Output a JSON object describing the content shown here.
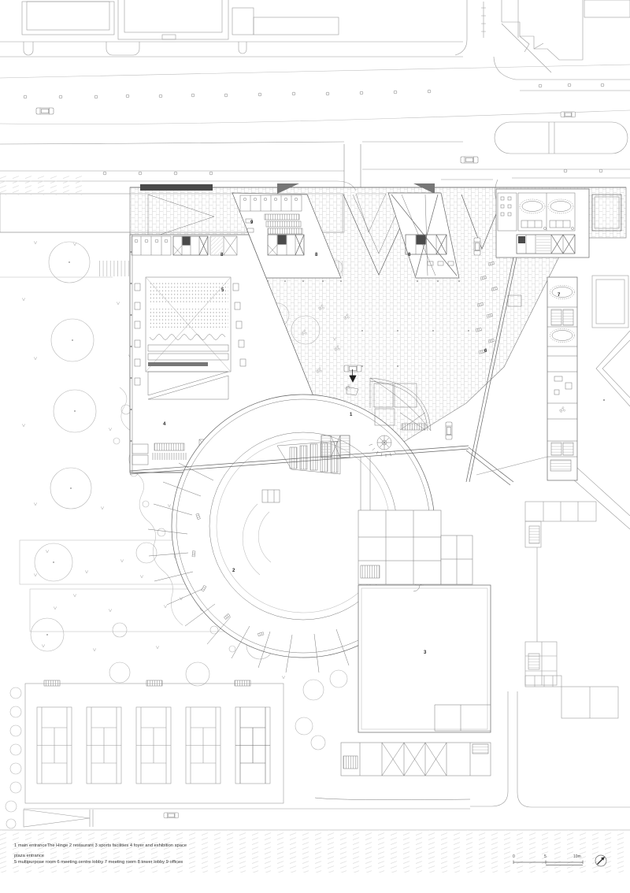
{
  "plan": {
    "labels": [
      {
        "text": "1"
      },
      {
        "text": "2"
      },
      {
        "text": "3"
      },
      {
        "text": "4"
      },
      {
        "text": "5"
      },
      {
        "text": "6"
      },
      {
        "text": "7"
      },
      {
        "text": "8"
      },
      {
        "text": "8"
      },
      {
        "text": "8"
      },
      {
        "text": "9"
      }
    ]
  },
  "legend": {
    "line1": "1 main entranceThe Hinge 2 restaurant 3 sports facilities 4 foyer and exhibition space",
    "line2": "5 multipurpose room 6 meeting centre lobby 7 meeting room 8 tower lobby 9 offices",
    "plaza_note": "plaza entrance"
  },
  "scalebar": {
    "start": "0",
    "mid": "5",
    "end": "10m"
  },
  "colors": {
    "background": "#ffffff",
    "line": "#9b9b9b",
    "dark_line": "#555555",
    "hatch": "#d2d2d2",
    "accent_dark": "#4a4a4a"
  }
}
